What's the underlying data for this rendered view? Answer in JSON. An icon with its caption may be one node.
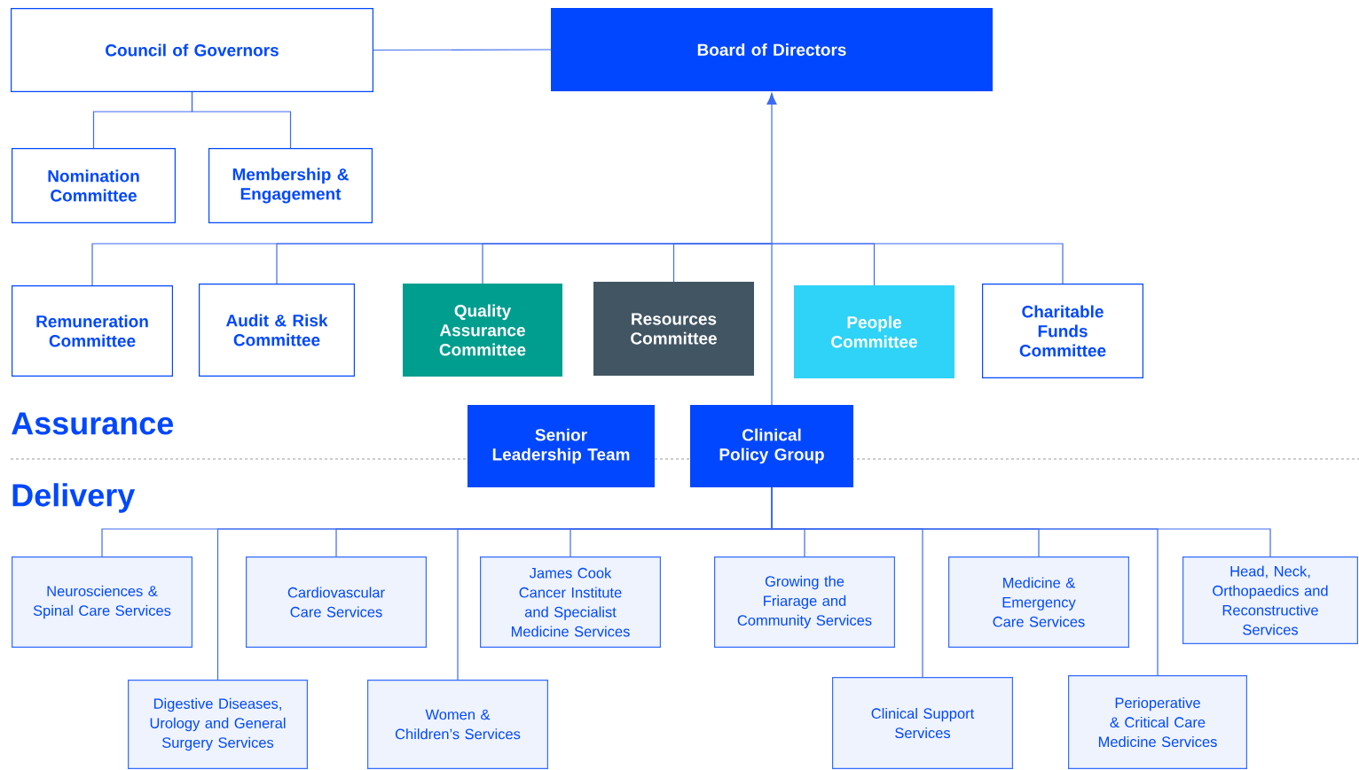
{
  "diagram": {
    "nodes": [
      {
        "text": [
          "Council of Governors"
        ]
      },
      {
        "text": [
          "Board of Directors"
        ]
      },
      {
        "text": [
          "Nomination Committee"
        ]
      },
      {
        "text": [
          "Membership & Engagement"
        ]
      },
      {
        "text": [
          "Remuneration Committee"
        ]
      },
      {
        "text": [
          "Audit & Risk Committee"
        ]
      },
      {
        "text": [
          "Quality Assurance Committee"
        ]
      },
      {
        "text": [
          "Resources Committee"
        ]
      },
      {
        "text": [
          "People Committee"
        ]
      },
      {
        "text": [
          "Charitable Funds Committee"
        ]
      },
      {
        "text": [
          "Senior Leadership Team"
        ]
      },
      {
        "text": [
          "Clinical Policy Group"
        ]
      },
      {
        "text": [
          "Neurosciences & Spinal Care Services"
        ]
      },
      {
        "text": [
          "Cardiovascular Care Services"
        ]
      },
      {
        "text": [
          "James Cook Cancer Institute and Specialist Medicine Services"
        ]
      },
      {
        "text": [
          "Growing the Friarage and Community Services"
        ]
      },
      {
        "text": [
          "Medicine & Emergency Care Services"
        ]
      },
      {
        "text": [
          "Head, Neck, Orthopaedics and Reconstructive Services"
        ]
      },
      {
        "text": [
          "Digestive Diseases, Urology and General Surgery Services"
        ]
      },
      {
        "text": [
          "Women & Children’s Services"
        ]
      },
      {
        "text": [
          "Clinical Support Services"
        ]
      },
      {
        "text": [
          "Perioperative & Critical Care Medicine Services"
        ]
      }
    ],
    "edges": [
      {
        "from": 0,
        "to": 1,
        "arrow": "none"
      },
      {
        "from": 0,
        "to": 2,
        "arrow": "none"
      },
      {
        "from": 0,
        "to": 3,
        "arrow": "none"
      },
      {
        "from": 4,
        "to": 1,
        "arrow": "to"
      },
      {
        "from": 5,
        "to": 1,
        "arrow": "to"
      },
      {
        "from": 6,
        "to": 1,
        "arrow": "to"
      },
      {
        "from": 7,
        "to": 1,
        "arrow": "to"
      },
      {
        "from": 8,
        "to": 1,
        "arrow": "to"
      },
      {
        "from": 9,
        "to": 1,
        "arrow": "to"
      },
      {
        "from": 11,
        "to": 1,
        "arrow": "to"
      },
      {
        "from": 11,
        "to": 12,
        "arrow": "none"
      },
      {
        "from": 11,
        "to": 13,
        "arrow": "none"
      },
      {
        "from": 11,
        "to": 14,
        "arrow": "none"
      },
      {
        "from": 11,
        "to": 15,
        "arrow": "none"
      },
      {
        "from": 11,
        "to": 16,
        "arrow": "none"
      },
      {
        "from": 11,
        "to": 17,
        "arrow": "none"
      },
      {
        "from": 11,
        "to": 18,
        "arrow": "none"
      },
      {
        "from": 11,
        "to": 19,
        "arrow": "none"
      },
      {
        "from": 11,
        "to": 20,
        "arrow": "none"
      },
      {
        "from": 11,
        "to": 21,
        "arrow": "none"
      }
    ],
    "labels": [
      "Assurance",
      "Delivery"
    ]
  }
}
